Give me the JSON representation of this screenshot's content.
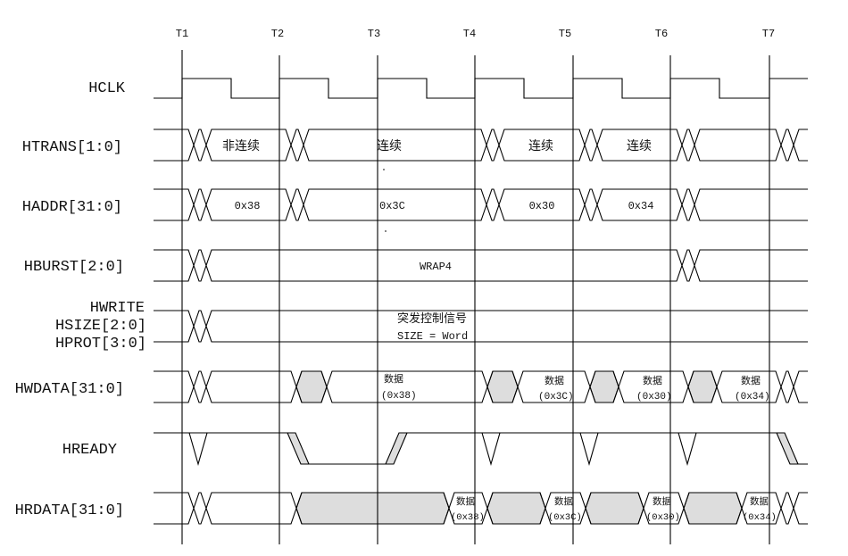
{
  "time_markers": [
    "T1",
    "T2",
    "T3",
    "T4",
    "T5",
    "T6",
    "T7"
  ],
  "signals": {
    "hclk": {
      "label": "HCLK"
    },
    "htrans": {
      "label": "HTRANS[1:0]",
      "values": [
        "非连续",
        "连续",
        "连续",
        "连续"
      ]
    },
    "haddr": {
      "label": "HADDR[31:0]",
      "values": [
        "0x38",
        "0x3C",
        "0x30",
        "0x34"
      ]
    },
    "hburst": {
      "label": "HBURST[2:0]",
      "value": "WRAP4"
    },
    "control": {
      "labels": [
        "HWRITE",
        "HSIZE[2:0]",
        "HPROT[3:0]"
      ],
      "values": [
        "突发控制信号",
        "SIZE = Word"
      ]
    },
    "hwdata": {
      "label": "HWDATA[31:0]",
      "values": [
        {
          "line1": "数据",
          "line2": "(0x38)"
        },
        {
          "line1": "数据",
          "line2": "(0x3C)"
        },
        {
          "line1": "数据",
          "line2": "(0x30)"
        },
        {
          "line1": "数据",
          "line2": "(0x34)"
        }
      ]
    },
    "hready": {
      "label": "HREADY"
    },
    "hrdata": {
      "label": "HRDATA[31:0]",
      "values": [
        {
          "line1": "数据",
          "line2": "(0x38)"
        },
        {
          "line1": "数据",
          "line2": "(0x3C)"
        },
        {
          "line1": "数据",
          "line2": "(0x30)"
        },
        {
          "line1": "数据",
          "line2": "(0x34)"
        }
      ]
    }
  },
  "colors": {
    "line": "#000000",
    "shade": "#dddddd",
    "background": "#ffffff"
  }
}
